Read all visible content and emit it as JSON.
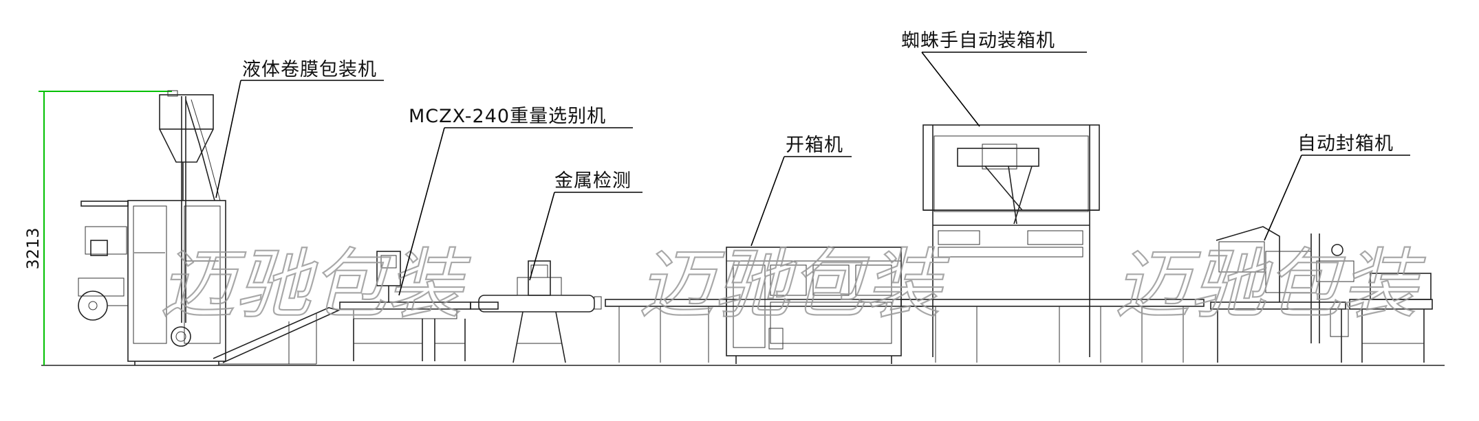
{
  "labels": {
    "liquid_packer": "液体卷膜包装机",
    "checkweigher": "MCZX-240重量选别机",
    "metal_detector": "金属检测",
    "case_erector": "开箱机",
    "spider_packer": "蜘蛛手自动装箱机",
    "case_sealer": "自动封箱机"
  },
  "dimension": {
    "height_value": "3213"
  },
  "watermarks": [
    "迈驰包装",
    "迈驰包装",
    "迈驰包装"
  ],
  "colors": {
    "dimension_line": "#00c000",
    "lines": "#222222",
    "watermark": "#9a9a9a"
  }
}
